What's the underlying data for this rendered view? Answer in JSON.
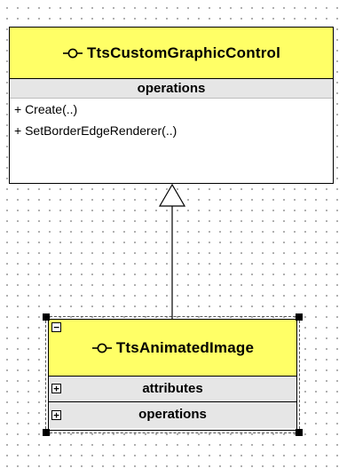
{
  "diagram": {
    "parent_class": {
      "name": "TtsCustomGraphicControl",
      "sections": {
        "operations": {
          "label": "operations",
          "items": [
            "+ Create(..)",
            "+ SetBorderEdgeRenderer(..)"
          ]
        }
      }
    },
    "child_class": {
      "name": "TtsAnimatedImage",
      "collapse_symbol": "−",
      "sections": [
        {
          "label": "attributes",
          "expand_symbol": "+"
        },
        {
          "label": "operations",
          "expand_symbol": "+"
        }
      ]
    },
    "relationship": {
      "type": "generalization"
    },
    "colors": {
      "class_header": "#ffff66",
      "section_header": "#e6e6e6",
      "canvas": "#ffffff",
      "grid_dots": "#9a9a9a"
    },
    "icons": {
      "class_icon": "class-icon"
    }
  }
}
